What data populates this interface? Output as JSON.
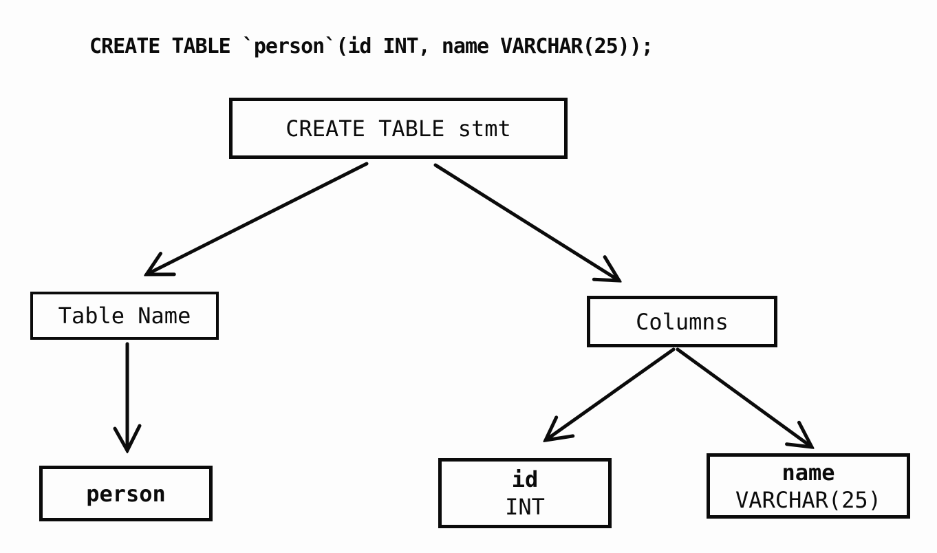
{
  "diagram": {
    "sql_statement": "CREATE TABLE `person`(id INT, name VARCHAR(25));",
    "nodes": {
      "root": {
        "label": "CREATE TABLE stmt"
      },
      "table_name": {
        "label": "Table Name"
      },
      "person": {
        "label": "person"
      },
      "columns": {
        "label": "Columns"
      },
      "id_column": {
        "lines": [
          "id",
          "INT"
        ]
      },
      "name_column": {
        "lines": [
          "name",
          "VARCHAR(25)"
        ]
      }
    },
    "edges": [
      {
        "from": "root",
        "to": "table_name"
      },
      {
        "from": "root",
        "to": "columns"
      },
      {
        "from": "table_name",
        "to": "person"
      },
      {
        "from": "columns",
        "to": "id_column"
      },
      {
        "from": "columns",
        "to": "name_column"
      }
    ],
    "colors": {
      "stroke": "#0b0b0b",
      "background": "#fdfdfd",
      "text": "#0b0b0b"
    }
  }
}
